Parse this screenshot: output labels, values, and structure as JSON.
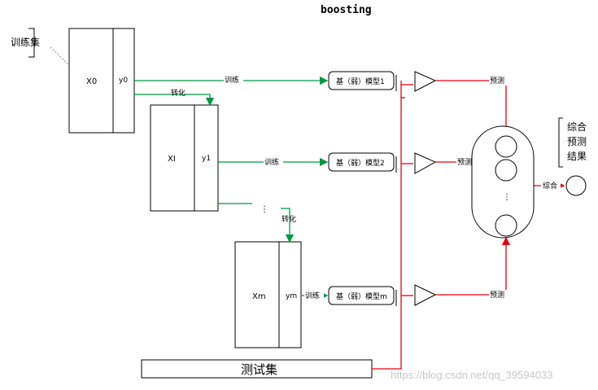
{
  "title": "boosting",
  "train_set_label": "训练集",
  "test_set_label": "测试集",
  "matrices": [
    {
      "x_label": "X0",
      "y_label": "y0"
    },
    {
      "x_label": "XI",
      "y_label": "y1"
    },
    {
      "x_label": "Xm",
      "y_label": "ym"
    }
  ],
  "convert_label": "转化",
  "train_label": "训练",
  "models": [
    "基（弱）模型1",
    "基（弱）模型2",
    "基（弱）模型m"
  ],
  "predict_label": "预测",
  "combine_label": "综合",
  "result_label_lines": [
    "综合",
    "预测",
    "结果"
  ],
  "ellipsis": "⋮",
  "watermark": "https://blog.csdn.net/qq_39594033",
  "colors": {
    "green": "#009944",
    "red": "#e60012",
    "black": "#000000"
  }
}
